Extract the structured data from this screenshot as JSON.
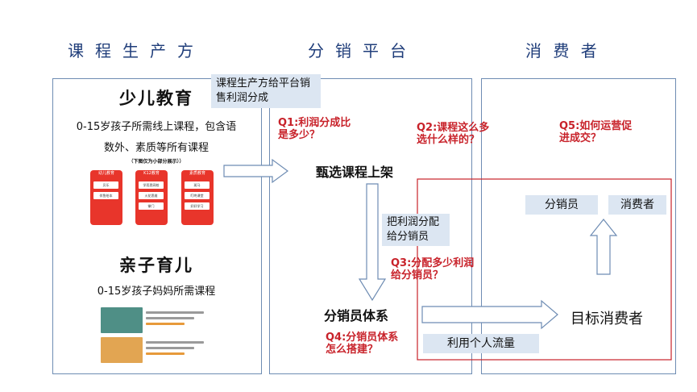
{
  "columns": {
    "producer": "课程生产方",
    "platform": "分销平台",
    "consumer": "消 费 者"
  },
  "producer_panel": {
    "kids_title": "少儿教育",
    "kids_desc_line1": "0-15岁孩子所需线上课程，包含语",
    "kids_desc_line2": "数外、素质等所有课程",
    "kids_note": "（下图仅为小部分展示））",
    "category_cards": [
      {
        "header": "幼儿教育",
        "logos": [
          "贝乐",
          "伴鱼绘本"
        ]
      },
      {
        "header": "K12教育",
        "logos": [
          "学而思网校",
          "火花思维",
          "掌门"
        ]
      },
      {
        "header": "素质教育",
        "logos": [
          "斑马",
          "叮咚课堂",
          "好好学习"
        ]
      }
    ],
    "parent_title": "亲子育儿",
    "parent_desc": "0-15岁孩子妈妈所需课程"
  },
  "notes": {
    "profit_split": "课程生产方给平台销售利润分成",
    "share_profit": "把利润分配给分销员",
    "personal_traffic": "利用个人流量"
  },
  "questions": {
    "q1": "Q1:利润分成比是多少？",
    "q2": "Q2:课程这么多选什么样的？",
    "q3": "Q3:分配多少利润给分销员？",
    "q4": "Q4:分销员体系怎么搭建？",
    "q5": "Q5:如何运营促进成交？"
  },
  "nodes": {
    "select_courses": "甄选课程上架",
    "distributor_system": "分销员体系",
    "distributor": "分销员",
    "consumer": "消费者",
    "target_consumer": "目标消费者"
  },
  "colors": {
    "title_blue": "#1f3d7a",
    "question_red": "#c8222a",
    "panel_border": "#6e8cb3",
    "highlight_box": "#c8222a",
    "note_bg": "#dce6f2"
  }
}
